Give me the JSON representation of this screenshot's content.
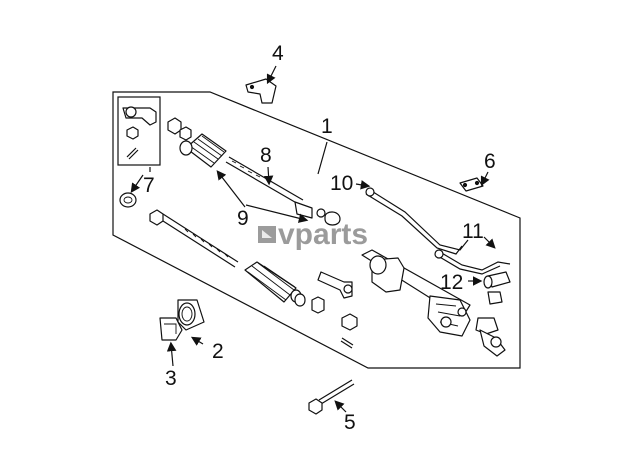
{
  "diagram": {
    "watermark_text": "vparts",
    "callouts": {
      "c1": "1",
      "c2": "2",
      "c3": "3",
      "c4": "4",
      "c5": "5",
      "c6": "6",
      "c7": "7",
      "c8": "8",
      "c9": "9",
      "c10": "10",
      "c11": "11",
      "c12": "12"
    },
    "line_color": "#111111"
  }
}
